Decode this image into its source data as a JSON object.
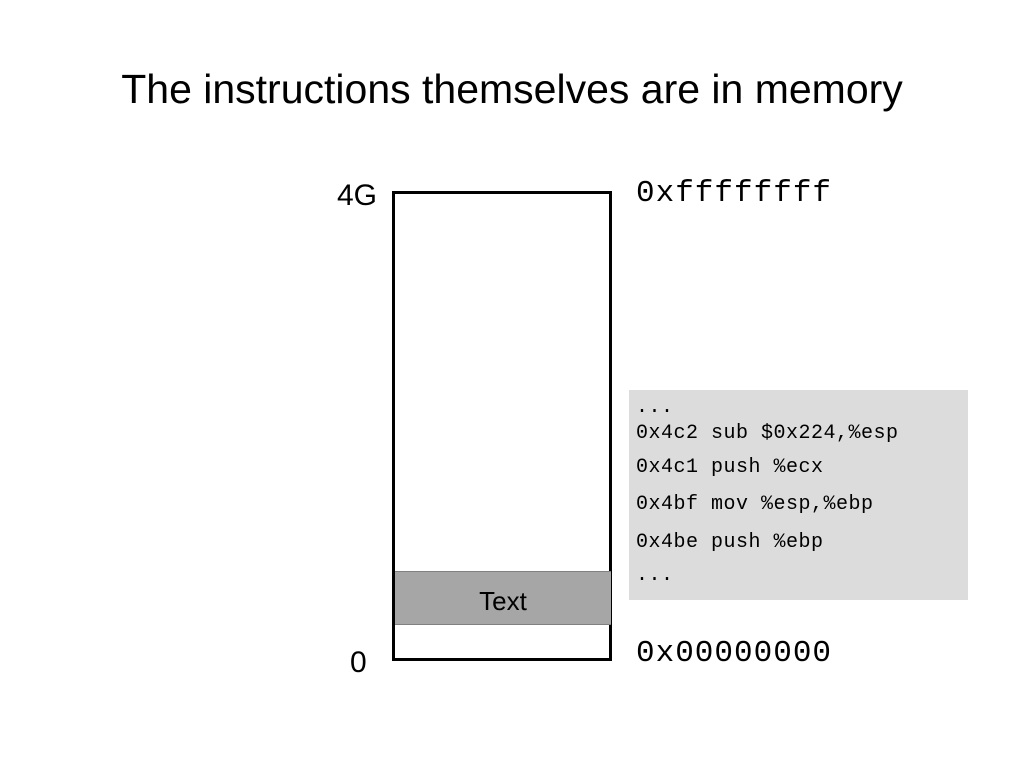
{
  "title": "The instructions themselves are in memory",
  "memory": {
    "top_label": "4G",
    "bottom_label": "0",
    "top_address": "0xffffffff",
    "bottom_address": "0x00000000",
    "segment_label": "Text"
  },
  "code": {
    "lines": [
      "...",
      "0x4c2 sub $0x224,%esp",
      "0x4c1 push %ecx",
      "0x4bf mov %esp,%ebp",
      "0x4be push %ebp",
      "..."
    ]
  }
}
